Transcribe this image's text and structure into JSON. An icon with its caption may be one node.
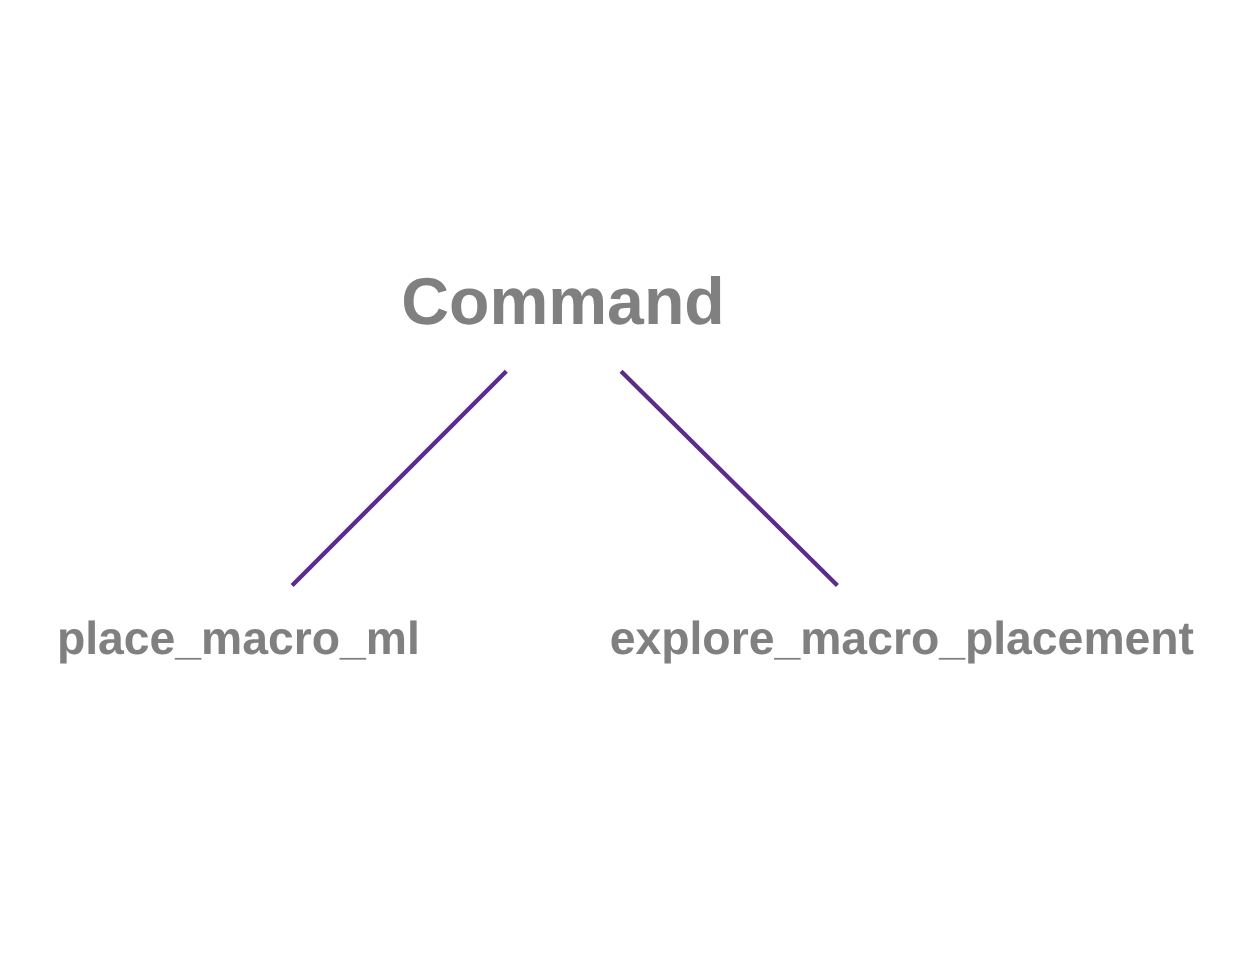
{
  "diagram": {
    "nodes": [
      {
        "text": [
          "Command"
        ]
      },
      {
        "text": [
          "place_macro_ml"
        ]
      },
      {
        "text": [
          "explore_macro_placement"
        ]
      }
    ],
    "edges": [
      {
        "from": 0,
        "to": 1,
        "arrow": "none"
      },
      {
        "from": 0,
        "to": 2,
        "arrow": "none"
      }
    ]
  }
}
